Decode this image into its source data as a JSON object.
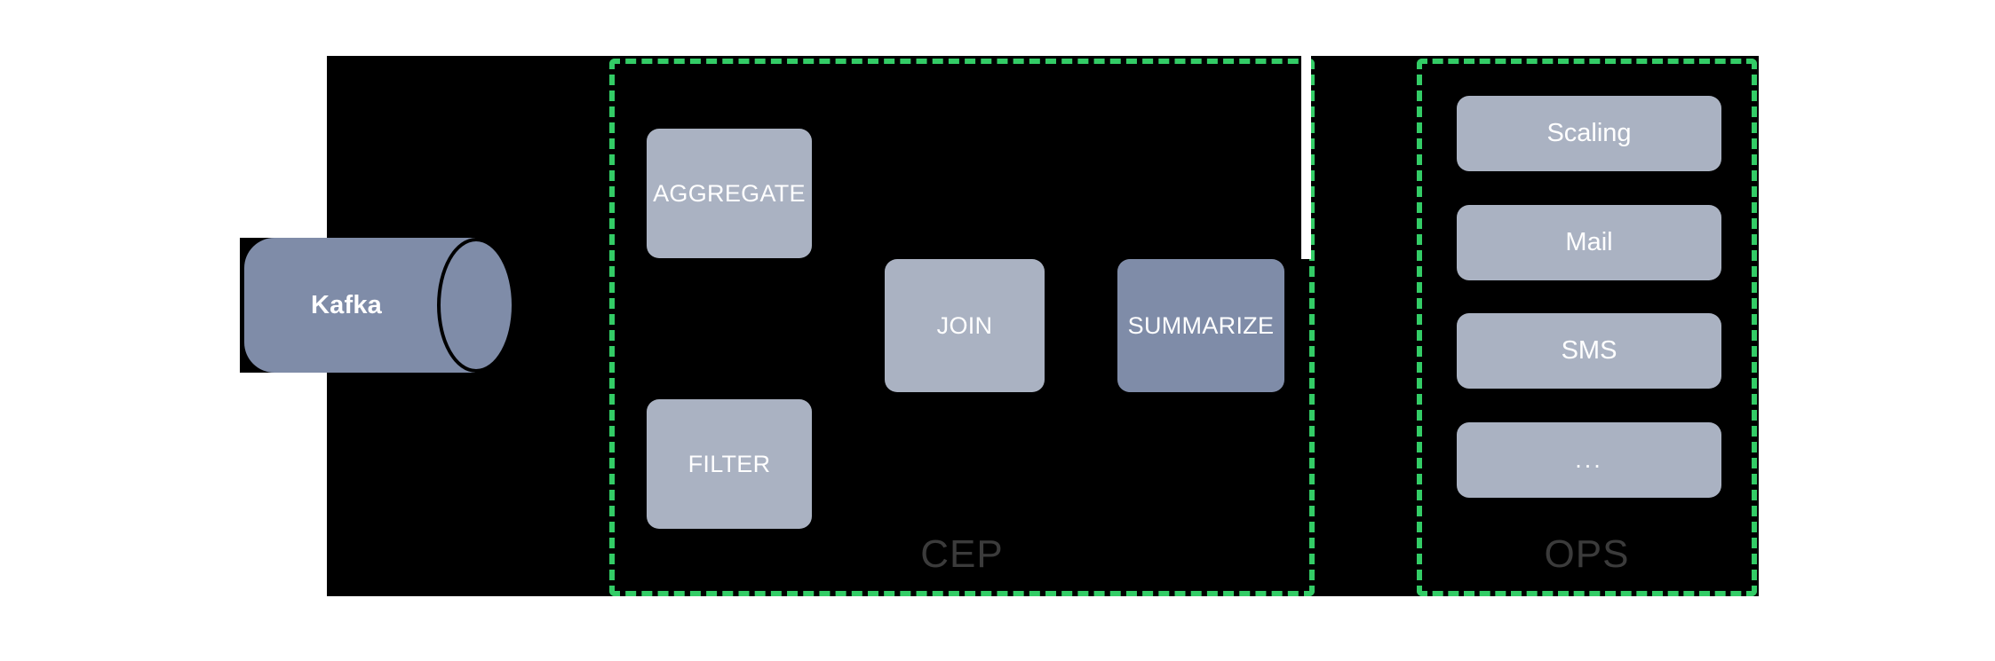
{
  "diagram": {
    "background": "#ffffff",
    "stage_color": "#000000",
    "zone_border_color": "#33cc66",
    "box_color_light": "#aab2c2",
    "box_color_dark": "#7f8ca8",
    "label_color": "#3b3b3b",
    "text_color": "#ffffff"
  },
  "source": {
    "label": "Kafka",
    "shape": "cylinder"
  },
  "zones": [
    {
      "id": "cep",
      "label": "CEP",
      "operators": [
        {
          "id": "aggregate",
          "label": "AGGREGATE",
          "tone": "light"
        },
        {
          "id": "filter",
          "label": "FILTER",
          "tone": "light"
        },
        {
          "id": "join",
          "label": "JOIN",
          "tone": "light"
        },
        {
          "id": "summarize",
          "label": "SUMMARIZE",
          "tone": "dark"
        }
      ]
    },
    {
      "id": "ops",
      "label": "OPS",
      "actions": [
        {
          "id": "scaling",
          "label": "Scaling"
        },
        {
          "id": "mail",
          "label": "Mail"
        },
        {
          "id": "sms",
          "label": "SMS"
        },
        {
          "id": "more",
          "label": "..."
        }
      ]
    }
  ]
}
